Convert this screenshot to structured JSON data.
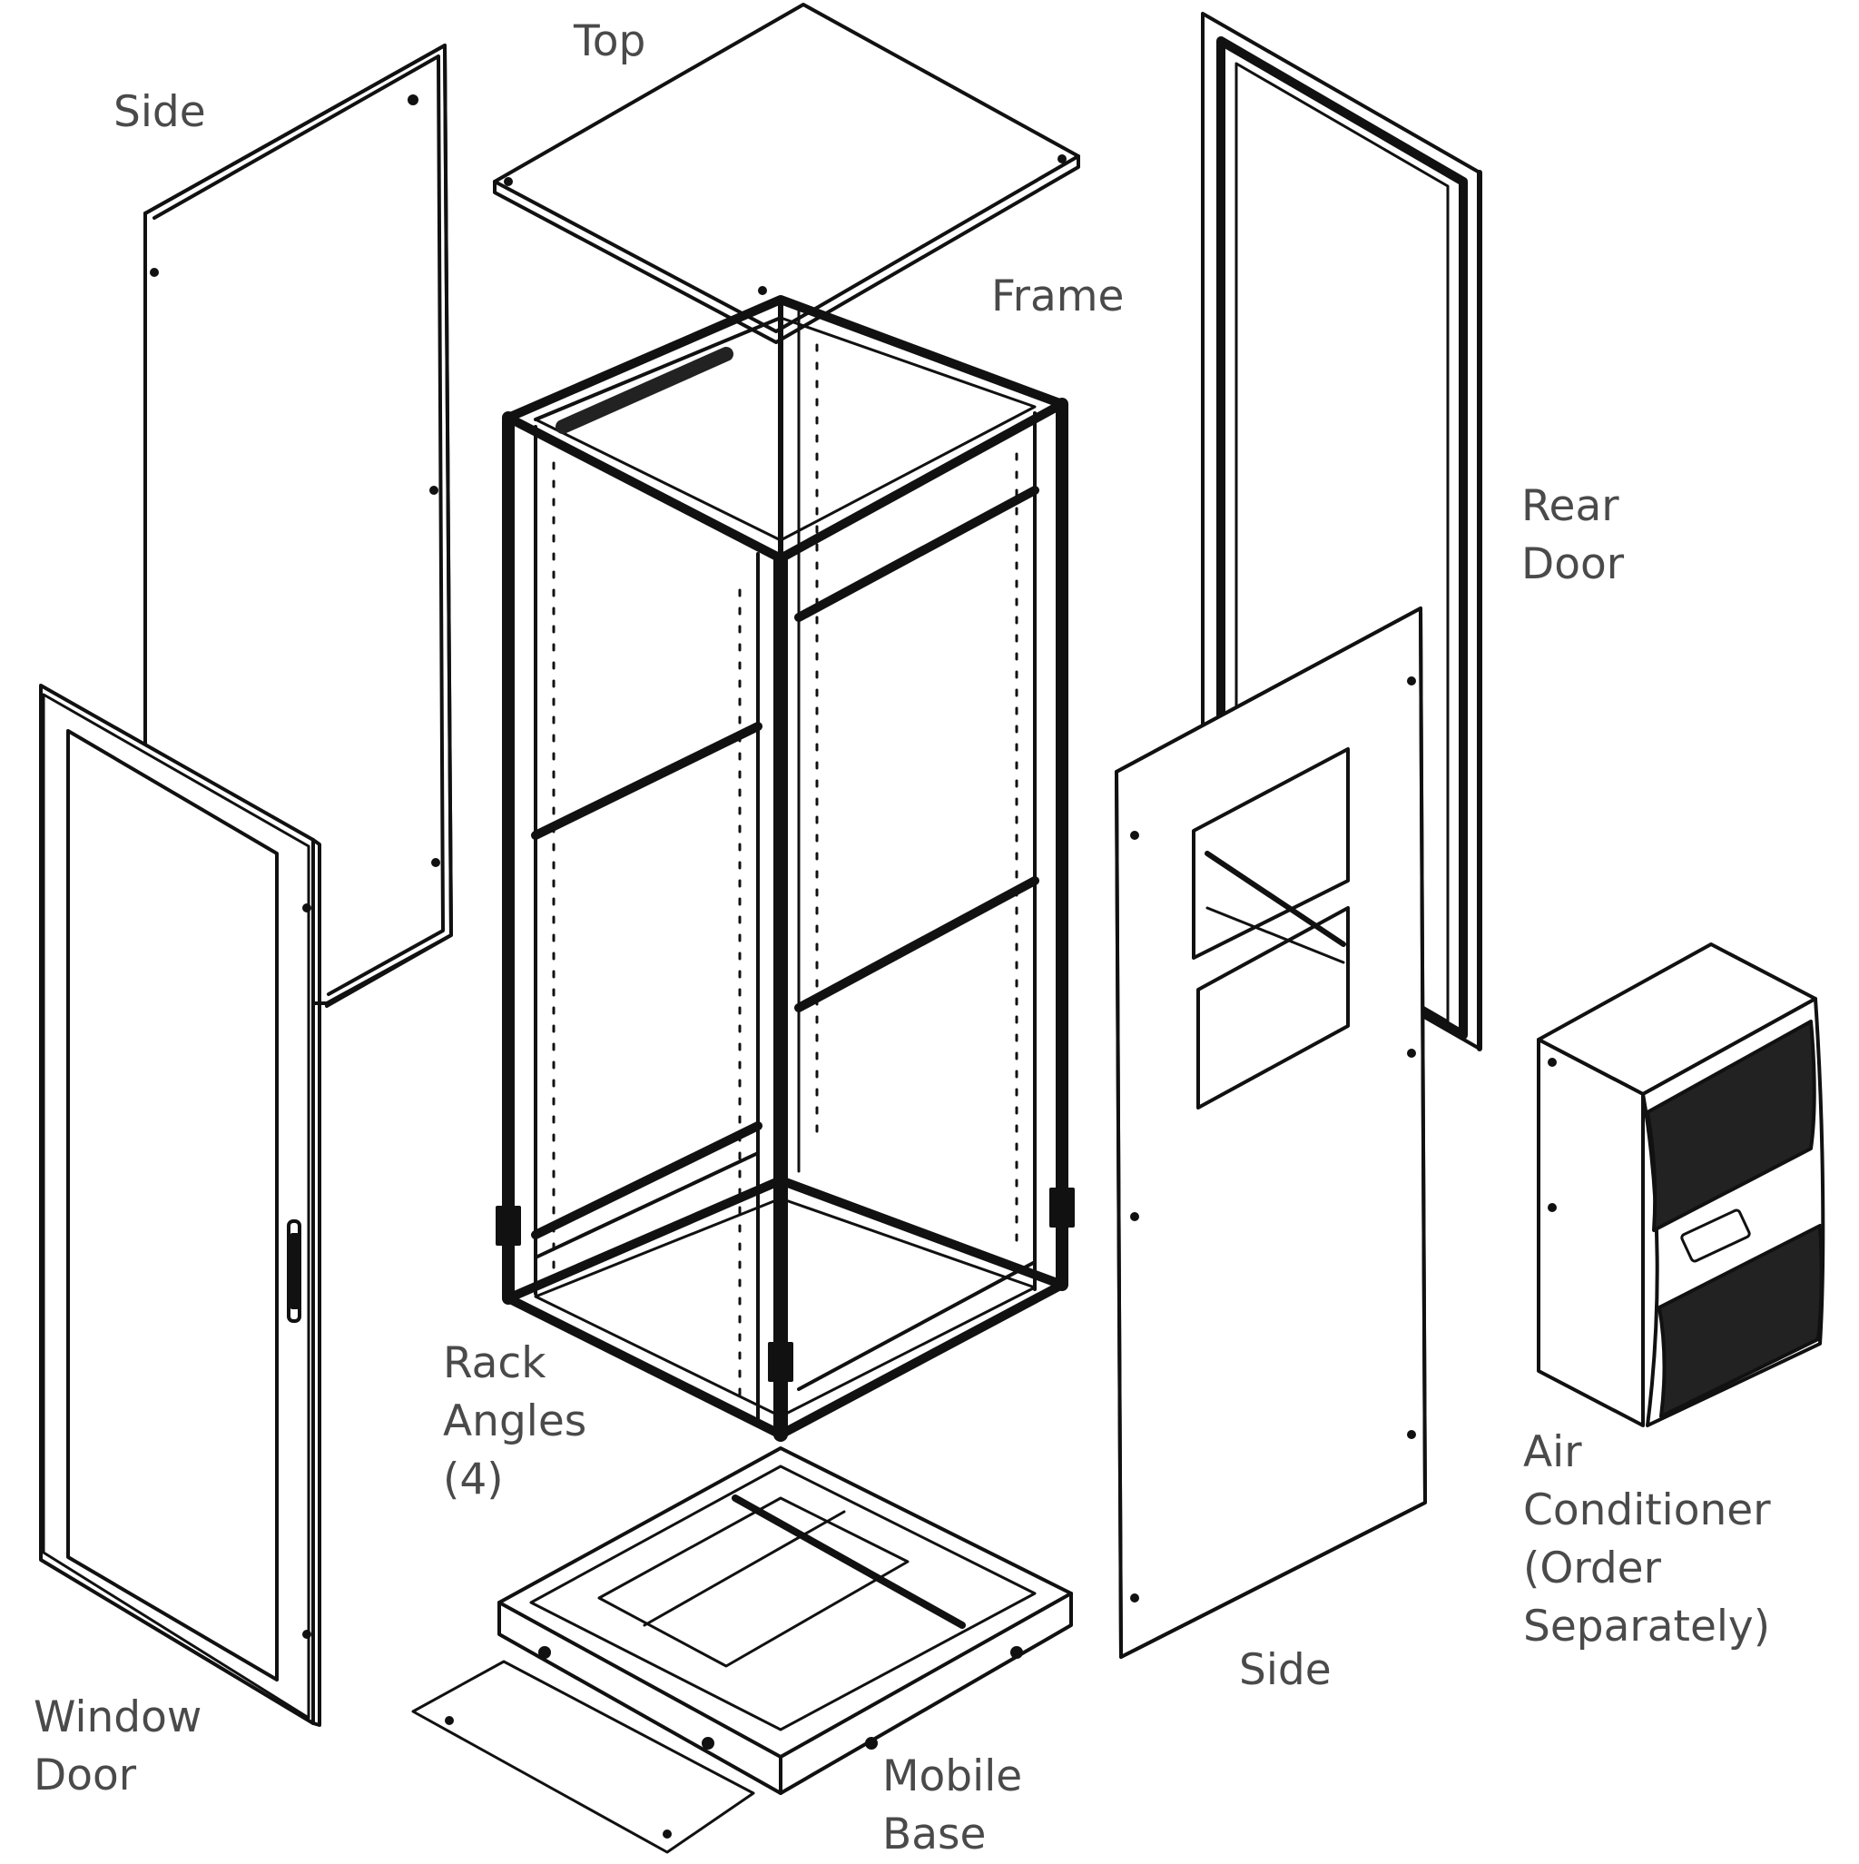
{
  "labels": {
    "top": "Top",
    "side_left": "Side",
    "frame": "Frame",
    "rear_door": [
      "Rear",
      "Door"
    ],
    "rack_angles": [
      "Rack",
      "Angles",
      "(4)"
    ],
    "window_door": [
      "Window",
      "Door"
    ],
    "mobile_base": [
      "Mobile",
      "Base"
    ],
    "side_right": "Side",
    "air_conditioner": [
      "Air",
      "Conditioner",
      "(Order",
      "Separately)"
    ]
  },
  "colors": {
    "line": "#111111",
    "label": "#4a4a4a",
    "background": "#ffffff"
  }
}
